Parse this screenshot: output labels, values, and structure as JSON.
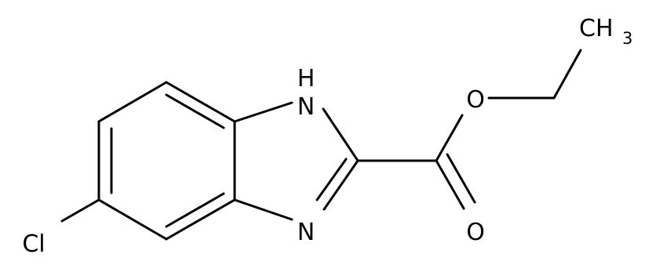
{
  "molecule": {
    "atoms": {
      "nh": "N",
      "h": "H",
      "n": "N",
      "cl": "Cl",
      "o_ester": "O",
      "o_carbonyl": "O",
      "ch3_c": "CH",
      "ch3_sub": "3"
    },
    "colors": {
      "bond": "#000000",
      "label": "#000000",
      "background": "#ffffff"
    }
  }
}
